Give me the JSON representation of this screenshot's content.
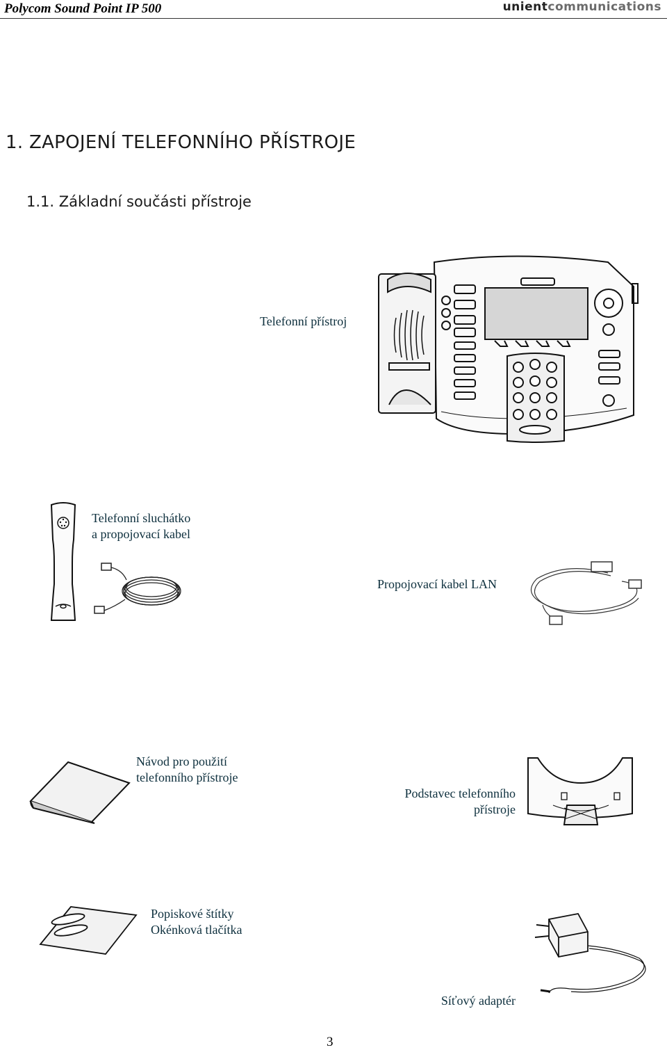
{
  "header": {
    "title": "Polycom Sound Point IP 500",
    "brand_bold": "unient",
    "brand_light": "communications"
  },
  "heading": "1. ZAPOJENÍ TELEFONNÍHO PŘÍSTROJE",
  "subheading": "1.1. Základní součásti přístroje",
  "items": {
    "phone": "Telefonní přístroj",
    "handset_line1": "Telefonní sluchátko",
    "handset_line2": "a propojovací kabel",
    "lan": "Propojovací kabel LAN",
    "manual_line1": "Návod pro použití",
    "manual_line2": "telefonního přístroje",
    "stand_line1": "Podstavec telefonního",
    "stand_line2": "přístroje",
    "labels_line1": "Popiskové štítky",
    "labels_line2": "Okénková tlačítka",
    "adapter": "Síťový adaptér"
  },
  "page_number": "3"
}
